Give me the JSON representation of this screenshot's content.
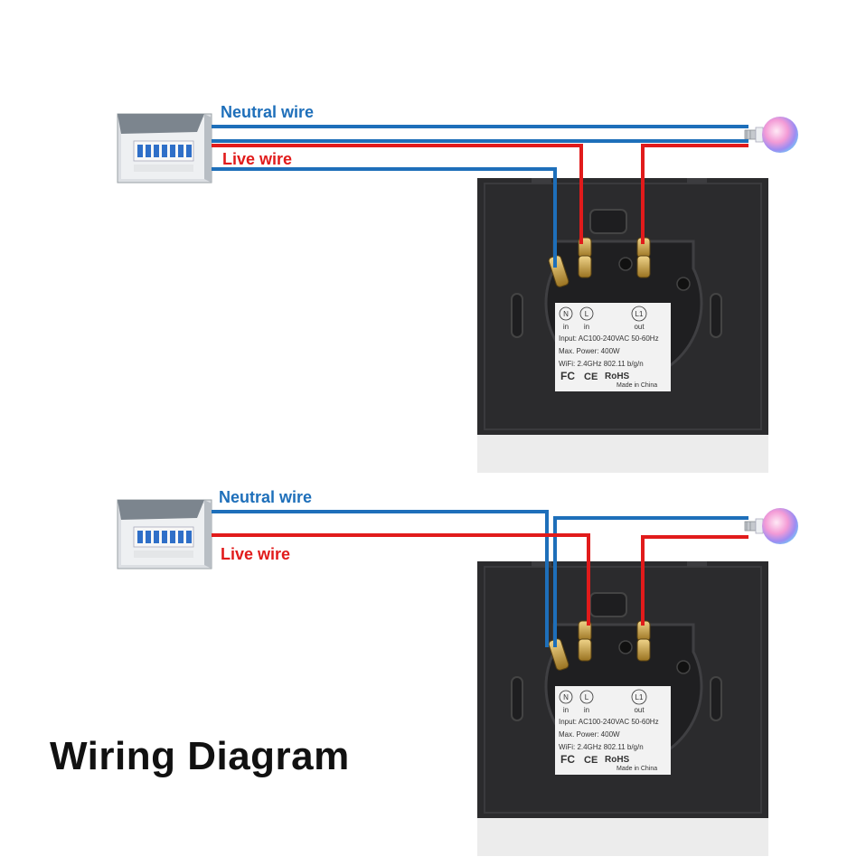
{
  "title": "Wiring Diagram",
  "colors": {
    "neutral": "#1e6fba",
    "live": "#e11b1b",
    "plate": "#2b2b2d",
    "label": "#f2f2f2",
    "terminal": "#c9a14a"
  },
  "diagrams": [
    {
      "neutral_label": "Neutral wire",
      "live_label": "Live wire"
    },
    {
      "neutral_label": "Neutral wire",
      "live_label": "Live wire"
    }
  ],
  "switch_label": {
    "terminals": [
      {
        "symbol": "N",
        "direction": "in"
      },
      {
        "symbol": "L",
        "direction": "in"
      },
      {
        "symbol": "L1",
        "direction": "out"
      }
    ],
    "input": "Input: AC100-240VAC 50-60Hz",
    "power": "Max. Power: 400W",
    "wifi": "WiFi: 2.4GHz 802.11 b/g/n",
    "certs": [
      "FC",
      "CE",
      "RoHS"
    ],
    "origin": "Made in China"
  },
  "icons": [
    "breaker-panel-icon",
    "smart-bulb-icon"
  ]
}
